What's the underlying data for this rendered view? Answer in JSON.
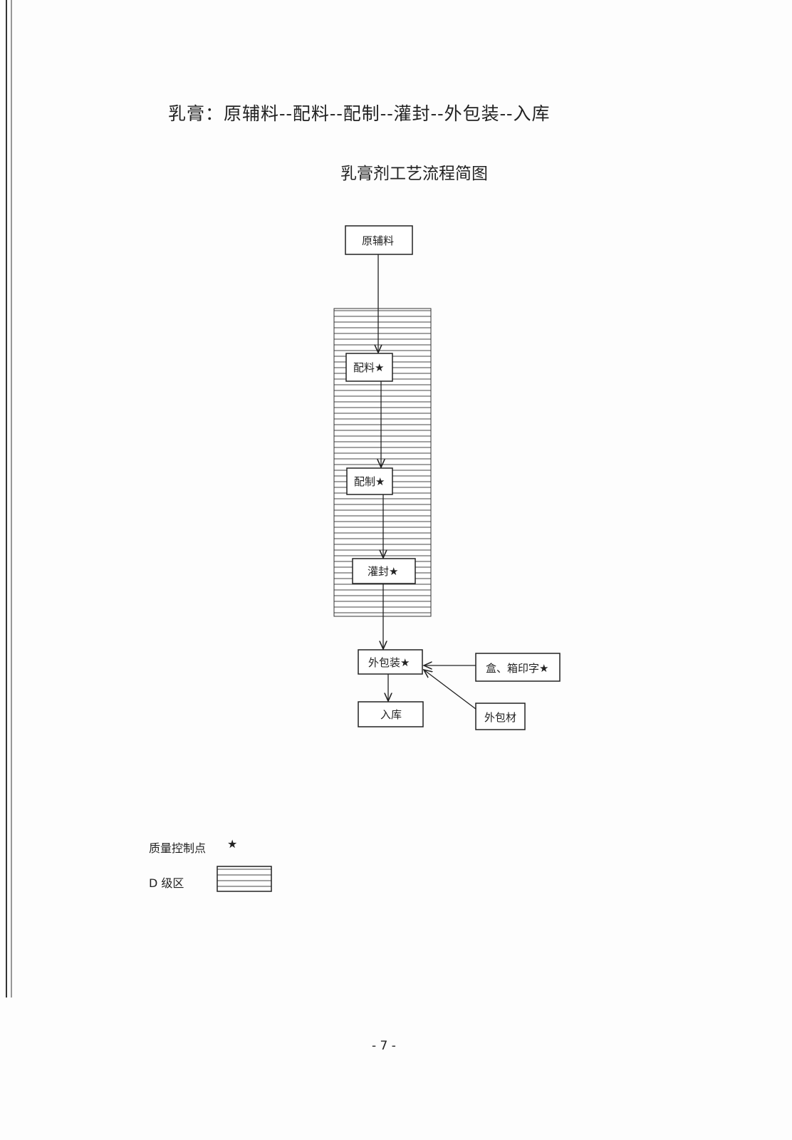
{
  "heading": "乳膏：原辅料--配料--配制--灌封--外包装--入库",
  "title": "乳膏剂工艺流程简图",
  "nodes": {
    "raw": "原辅料",
    "batching": "配料★",
    "preparation": "配制★",
    "filling": "灌封★",
    "outer_packing": "外包装★",
    "storage": "入库",
    "printing": "盒、箱印字★",
    "outer_material": "外包材"
  },
  "legend": {
    "qc_label": "质量控制点",
    "qc_symbol": "★",
    "zone_label": "D 级区"
  },
  "page_number": "- 7 -"
}
